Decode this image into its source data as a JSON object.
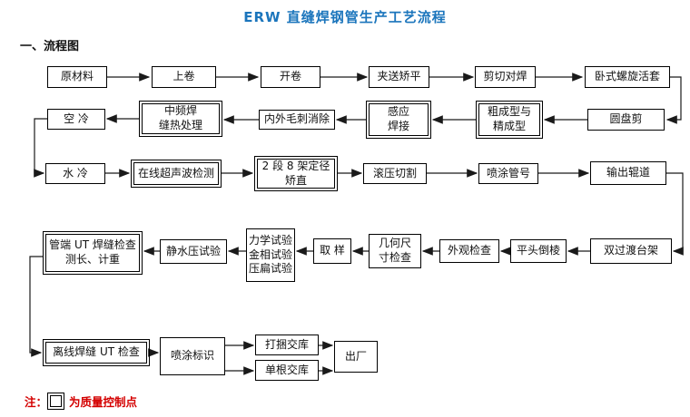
{
  "title": "ERW 直缝焊钢管生产工艺流程",
  "section_heading": "一、流程图",
  "note": {
    "prefix": "注：",
    "suffix": "为质量控制点"
  },
  "colors": {
    "title": "#1b75bc",
    "note_text": "#d40000",
    "box_border": "#000000",
    "box_background": "#ffffff",
    "connector": "#1a1a1a"
  },
  "nodes": {
    "raw_material": {
      "label": "原材料",
      "qc": false
    },
    "coil_loading": {
      "label": "上卷",
      "qc": false
    },
    "uncoiling": {
      "label": "开卷",
      "qc": false
    },
    "pinch_leveling": {
      "label": "夹送矫平",
      "qc": false
    },
    "shear_butt_welding": {
      "label": "剪切对焊",
      "qc": false
    },
    "horizontal_spiral_looper": {
      "label": "卧式螺旋活套",
      "qc": false
    },
    "disc_shear": {
      "label": "圆盘剪",
      "qc": false
    },
    "rough_fine_forming": {
      "label": "粗成型与\n精成型",
      "qc": true
    },
    "induction_welding": {
      "label": "感应\n焊接",
      "qc": true
    },
    "burr_removal": {
      "label": "内外毛刺消除",
      "qc": false
    },
    "mf_seam_heat_treatment": {
      "label": "中频焊\n缝热处理",
      "qc": true
    },
    "air_cooling": {
      "label": "空 冷",
      "qc": false
    },
    "water_cooling": {
      "label": "水 冷",
      "qc": false
    },
    "online_ultrasonic_testing": {
      "label": "在线超声波检测",
      "qc": true
    },
    "sizing_straightening": {
      "label": "2 段 8 架定径\n矫直",
      "qc": true
    },
    "roll_cutting": {
      "label": "滚压切割",
      "qc": false
    },
    "spray_pipe_number": {
      "label": "喷涂管号",
      "qc": false
    },
    "output_roller_table": {
      "label": "输出辊道",
      "qc": false
    },
    "double_transition_rack": {
      "label": "双过渡台架",
      "qc": false
    },
    "facing_beveling": {
      "label": "平头倒棱",
      "qc": false
    },
    "visual_inspection": {
      "label": "外观检查",
      "qc": false
    },
    "geometry_inspection": {
      "label": "几何尺\n寸检查",
      "qc": false
    },
    "sampling": {
      "label": "取  样",
      "qc": false
    },
    "lab_tests": {
      "label": "力学试验\n金相试验\n压扁试验",
      "qc": false
    },
    "hydrostatic_test": {
      "label": "静水压试验",
      "qc": false
    },
    "pipe_end_ut": {
      "label": "管端 UT 焊缝检查\n测长、计重",
      "qc": true
    },
    "offline_seam_ut": {
      "label": "离线焊缝 UT 检查",
      "qc": true
    },
    "spray_marking": {
      "label": "喷涂标识",
      "qc": false
    },
    "bundled_delivery": {
      "label": "打捆交库",
      "qc": false
    },
    "single_delivery": {
      "label": "单根交库",
      "qc": false
    },
    "delivery": {
      "label": "出厂",
      "qc": false
    }
  },
  "flow": [
    [
      "raw_material",
      "coil_loading"
    ],
    [
      "coil_loading",
      "uncoiling"
    ],
    [
      "uncoiling",
      "pinch_leveling"
    ],
    [
      "pinch_leveling",
      "shear_butt_welding"
    ],
    [
      "shear_butt_welding",
      "horizontal_spiral_looper"
    ],
    [
      "horizontal_spiral_looper",
      "disc_shear"
    ],
    [
      "disc_shear",
      "rough_fine_forming"
    ],
    [
      "rough_fine_forming",
      "induction_welding"
    ],
    [
      "induction_welding",
      "burr_removal"
    ],
    [
      "burr_removal",
      "mf_seam_heat_treatment"
    ],
    [
      "mf_seam_heat_treatment",
      "air_cooling"
    ],
    [
      "air_cooling",
      "water_cooling"
    ],
    [
      "water_cooling",
      "online_ultrasonic_testing"
    ],
    [
      "online_ultrasonic_testing",
      "sizing_straightening"
    ],
    [
      "sizing_straightening",
      "roll_cutting"
    ],
    [
      "roll_cutting",
      "spray_pipe_number"
    ],
    [
      "spray_pipe_number",
      "output_roller_table"
    ],
    [
      "output_roller_table",
      "double_transition_rack"
    ],
    [
      "double_transition_rack",
      "facing_beveling"
    ],
    [
      "facing_beveling",
      "visual_inspection"
    ],
    [
      "visual_inspection",
      "geometry_inspection"
    ],
    [
      "geometry_inspection",
      "sampling"
    ],
    [
      "sampling",
      "lab_tests"
    ],
    [
      "lab_tests",
      "hydrostatic_test"
    ],
    [
      "hydrostatic_test",
      "pipe_end_ut"
    ],
    [
      "pipe_end_ut",
      "offline_seam_ut"
    ],
    [
      "offline_seam_ut",
      "spray_marking"
    ],
    [
      "spray_marking",
      "bundled_delivery"
    ],
    [
      "spray_marking",
      "single_delivery"
    ],
    [
      "bundled_delivery",
      "delivery"
    ],
    [
      "single_delivery",
      "delivery"
    ]
  ]
}
